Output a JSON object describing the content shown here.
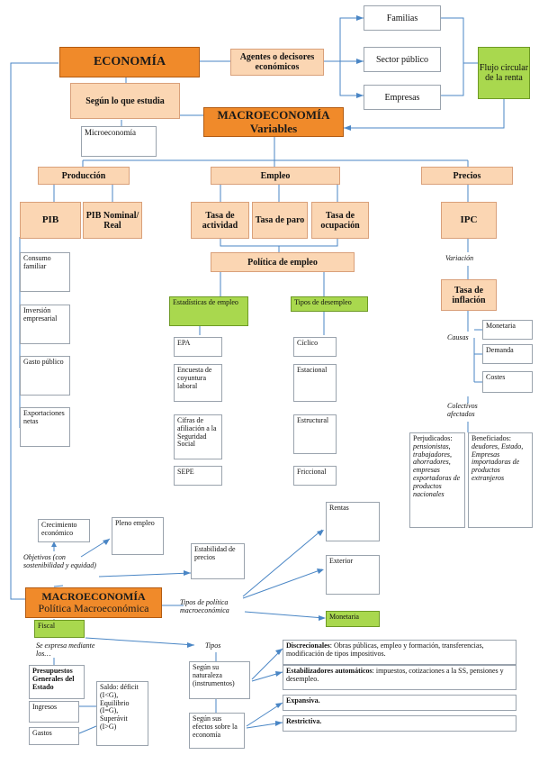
{
  "nodes": {
    "economia": "ECONOMÍA",
    "agentes": "Agentes o decisores económicos",
    "familias": "Familias",
    "sector_publico": "Sector público",
    "empresas": "Empresas",
    "flujo": "Flujo circular de la renta",
    "segun_lo_que": "Según lo que estudia",
    "macro_variables_1": "MACROECONOMÍA",
    "macro_variables_2": "Variables",
    "microeconomia": "Microeconomía",
    "produccion": "Producción",
    "empleo": "Empleo",
    "precios": "Precios",
    "pib": "PIB",
    "pib_nominal": "PIB Nominal/ Real",
    "tasa_actividad": "Tasa de actividad",
    "tasa_paro": "Tasa de paro",
    "tasa_ocupacion": "Tasa de ocupación",
    "ipc": "IPC",
    "politica_empleo": "Política de empleo",
    "consumo": "Consumo familiar",
    "inversion": "Inversión empresarial",
    "gasto": "Gasto público",
    "exportaciones": "Exportaciones netas",
    "estadisticas": "Estadísticas de empleo",
    "tipos_desempleo": "Tipos de desempleo",
    "epa": "EPA",
    "encuesta": "Encuesta de coyuntura laboral",
    "cifras": "Cifras de afiliación a la Seguridad Social",
    "sepe": "SEPE",
    "ciclico": "Cíclico",
    "estacional": "Estacional",
    "estructural": "Estructural",
    "friccional": "Friccional",
    "tasa_inflacion": "Tasa de inflación",
    "monetaria_causa": "Monetaria",
    "demanda": "Demanda",
    "costes": "Costes",
    "perjudicados_head": "Perjudicados:",
    "perjudicados_body": "pensionistas, trabajadores, ahorradores, empresas exportadoras de productos nacionales",
    "beneficiados_head": "Beneficiados:",
    "beneficiados_body": "deudores, Estado, Empresas importadoras de productos extranjeros",
    "crecimiento": "Crecimiento económico",
    "pleno_empleo": "Pleno empleo",
    "estabilidad": "Estabilidad de precios",
    "rentas": "Rentas",
    "exterior": "Exterior",
    "monetaria_politica": "Monetaria",
    "macro_politica_1": "MACROECONOMÍA",
    "macro_politica_2": "Política Macroeconómica",
    "fiscal": "Fiscal",
    "presupuestos": "Presupuestos Generales del Estado",
    "ingresos": "Ingresos",
    "gastos": "Gastos",
    "saldo": "Saldo: déficit (I<G), Equilibrio (I=G), Superávit (I>G)",
    "segun_naturaleza": "Según su naturaleza (instrumentos)",
    "segun_efectos": "Según sus efectos sobre la economía",
    "discrecionales_head": "Discrecionales",
    "discrecionales_body": ": Obras públicas, empleo y formación, transferencias, modificación de tipos impositivos.",
    "estabilizadores_head": "Estabilizadores automáticos",
    "estabilizadores_body": ": impuestos, cotizaciones a la SS, pensiones y desempleo.",
    "expansiva": "Expansiva.",
    "restrictiva": "Restrictiva."
  },
  "labels": {
    "variacion": "Variación",
    "causas": "Causas",
    "colectivos": "Colectivos afectados",
    "objetivos": "Objetivos (con sostenibilidad y equidad)",
    "tipos_politica": "Tipos de política macroeconómica",
    "se_expresa": "Se expresa mediante los…",
    "tipos": "Tipos"
  },
  "colors": {
    "orange": "#f08a2a",
    "peach": "#fbd6b3",
    "green": "#a9d84e",
    "connector": "#4a86c5"
  }
}
